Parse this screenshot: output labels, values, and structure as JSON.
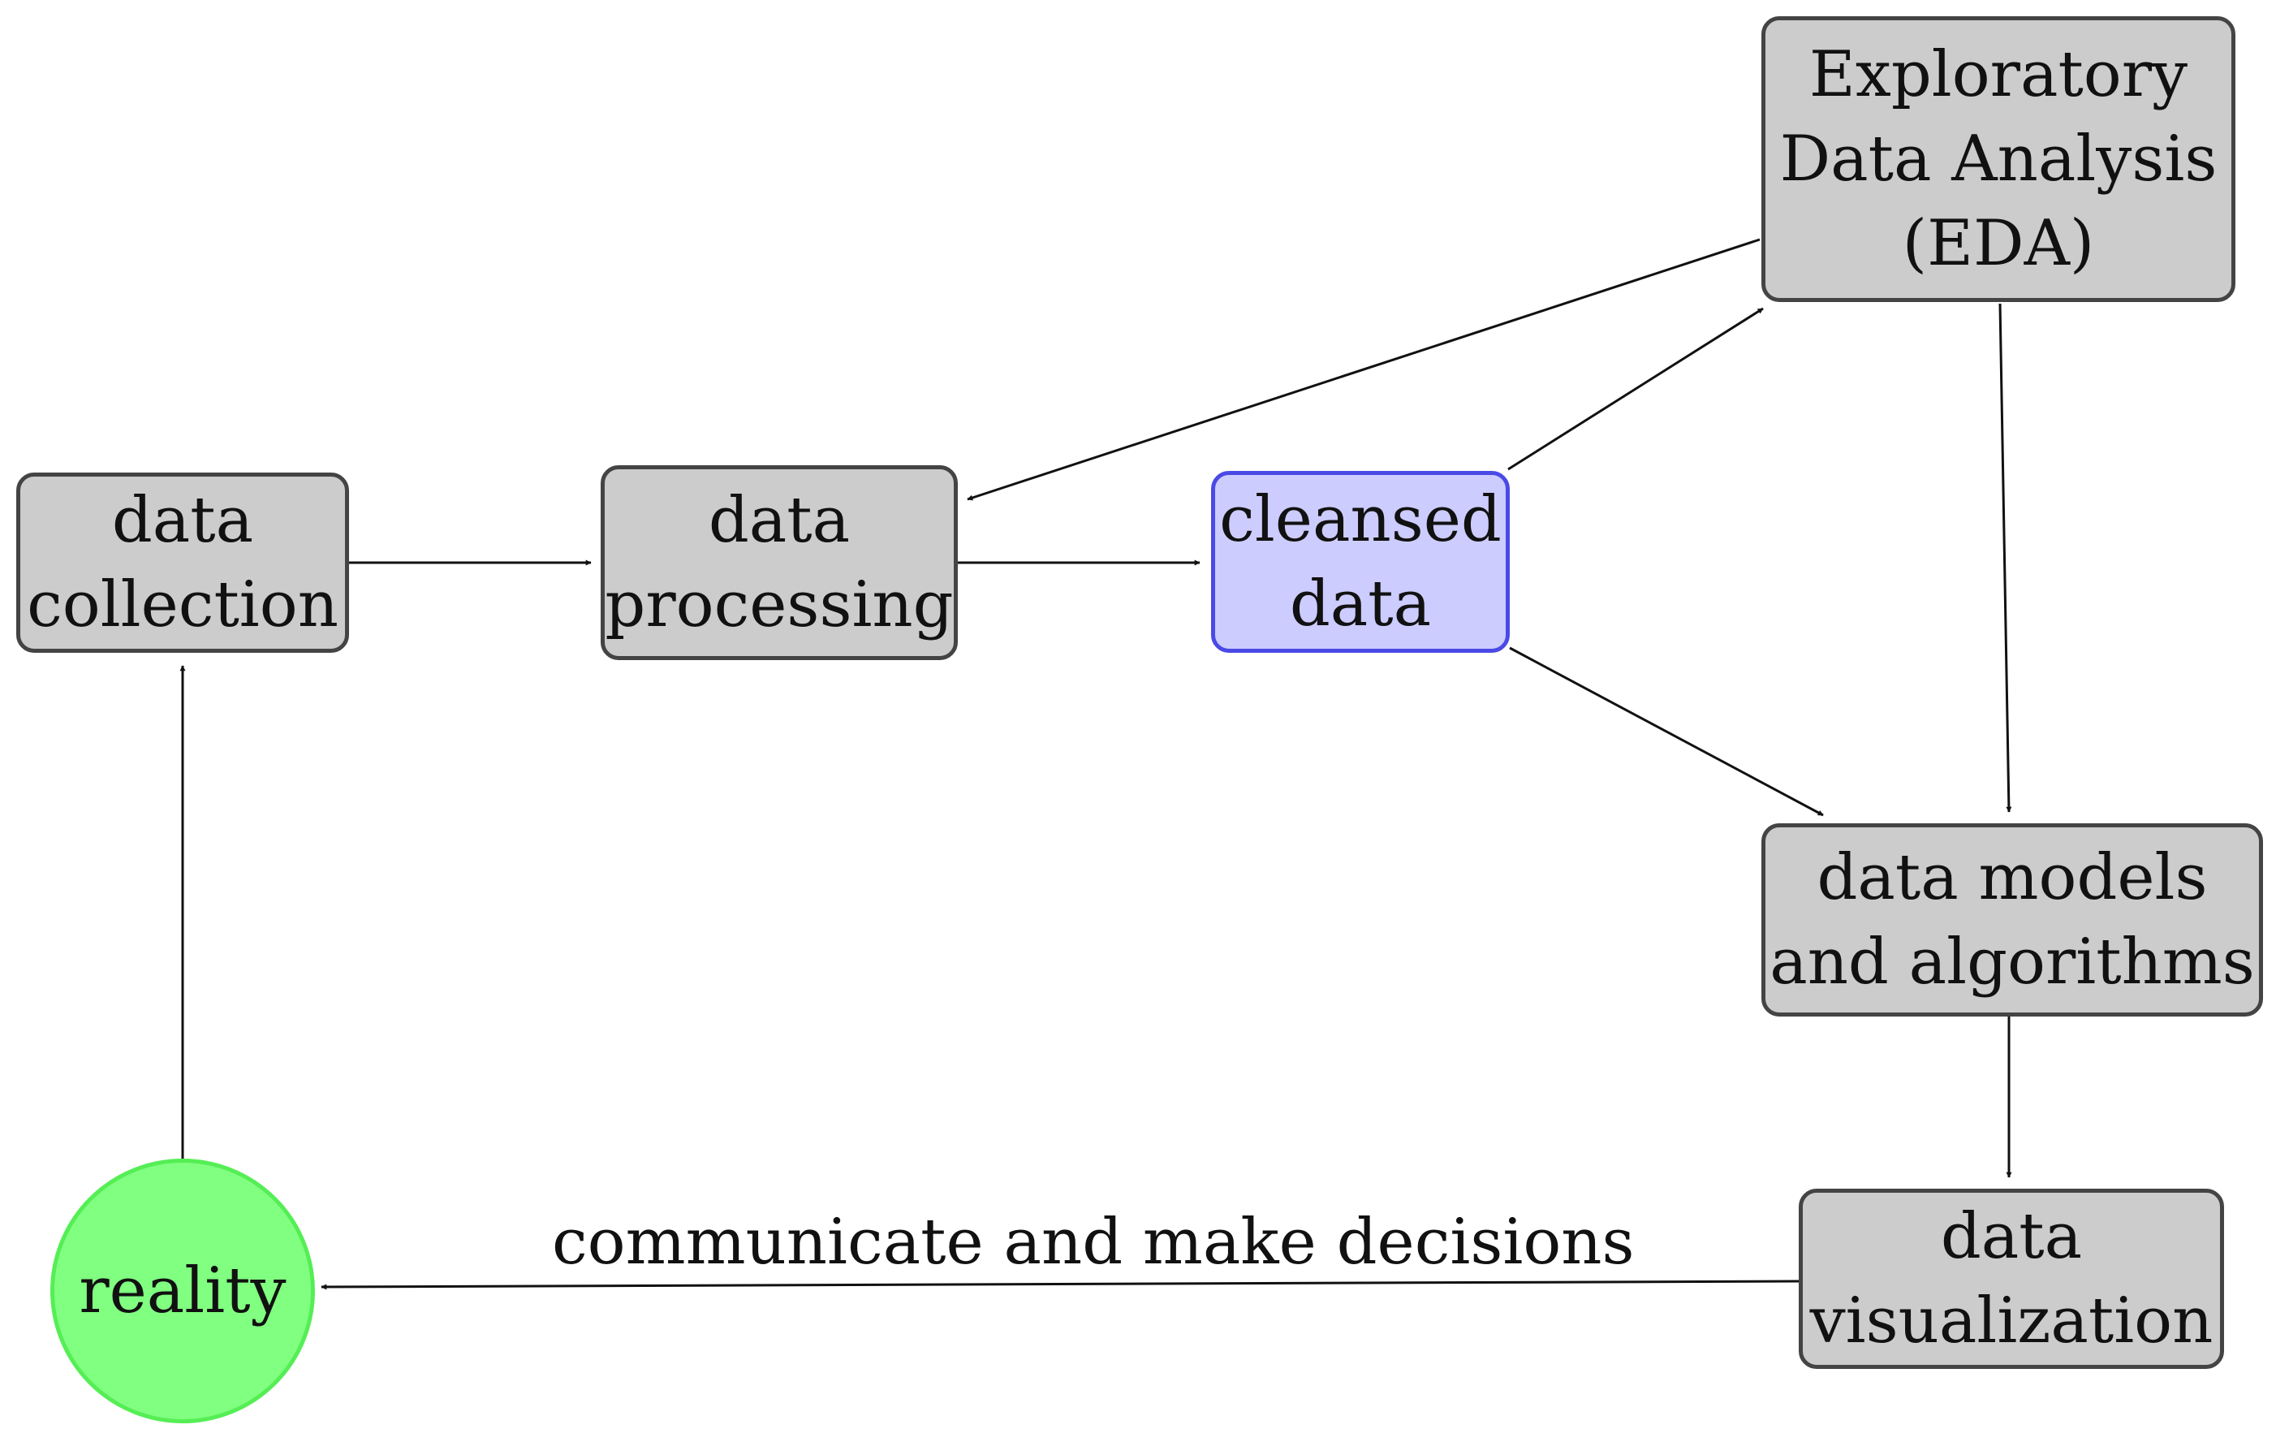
{
  "nodes": {
    "data_collection": {
      "line1": "data",
      "line2": "collection"
    },
    "data_processing": {
      "line1": "data",
      "line2": "processing"
    },
    "cleansed_data": {
      "line1": "cleansed",
      "line2": "data"
    },
    "eda": {
      "line1": "Exploratory",
      "line2": "Data Analysis",
      "line3": "(EDA)"
    },
    "data_models": {
      "line1": "data models",
      "line2": "and algorithms"
    },
    "data_visualization": {
      "line1": "data",
      "line2": "visualization"
    },
    "reality": {
      "line1": "reality"
    }
  },
  "edges": {
    "communicate_label": "communicate and make decisions"
  },
  "colors": {
    "node_fill": "#cccccc",
    "node_border": "#444444",
    "highlight_fill": "#ccccff",
    "highlight_border": "#4a4ae6",
    "reality_fill": "#80ff80",
    "reality_border": "#55ee55",
    "edge": "#111111"
  }
}
